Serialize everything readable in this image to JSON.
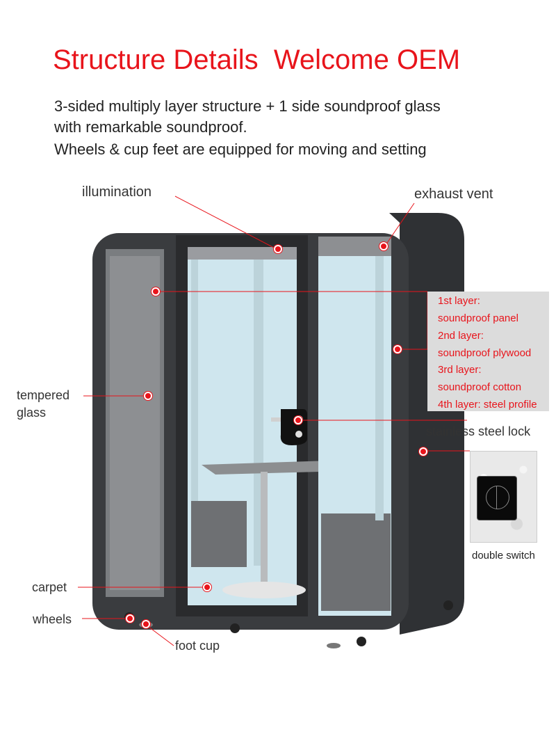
{
  "heading": {
    "title": "Structure Details  Welcome OEM"
  },
  "description": {
    "line1": "3-sided multiply layer structure + 1 side soundproof glass",
    "line2": "with remarkable soundproof.",
    "line3": "Wheels & cup feet are equipped for moving and setting"
  },
  "callouts": {
    "illumination": "illumination",
    "exhaust_vent": "exhaust vent",
    "tempered_glass_1": "tempered",
    "tempered_glass_2": "glass",
    "stainless_steel_lock": "stainless steel lock",
    "carpet": "carpet",
    "wheels": "wheels",
    "foot_cup": "foot cup",
    "double_switch": "double switch"
  },
  "layers": [
    "1st layer:",
    "soundproof panel",
    "2nd layer:",
    "soundproof plywood",
    "3rd layer:",
    "soundproof cotton",
    "4th layer: steel profile"
  ],
  "colors": {
    "accent_red": "#e8141b",
    "booth_frame": "#3a3c3f",
    "layer_panel_bg": "#dcdcdc"
  }
}
